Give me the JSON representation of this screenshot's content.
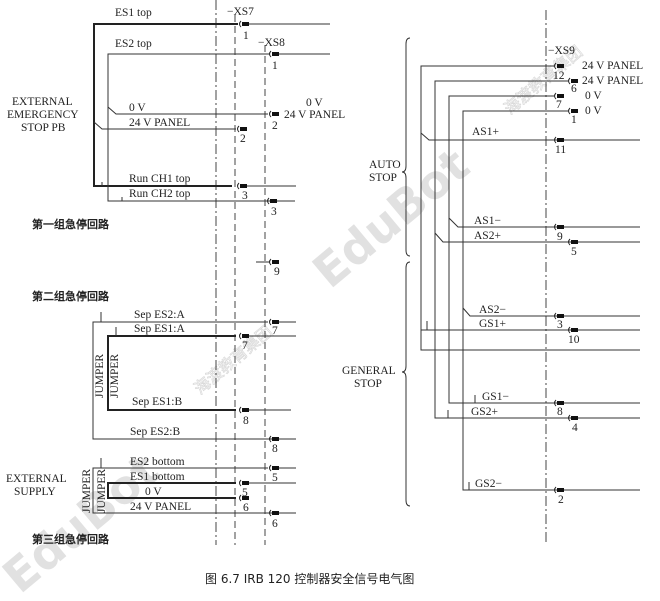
{
  "figure": {
    "caption": "图 6.7    IRB 120 控制器安全信号电气图"
  },
  "left": {
    "connectors": {
      "xs7": "−XS7",
      "xs8": "−XS8"
    },
    "group1": {
      "title": "第一组急停回路",
      "device_label": [
        "EXTERNAL",
        "EMERGENCY",
        "STOP PB"
      ],
      "wires": {
        "es1_top": "ES1 top",
        "es2_top": "ES2 top",
        "zero_v": "0 V",
        "panel_24v": "24 V PANEL",
        "run_ch1_top": "Run CH1 top",
        "run_ch2_top": "Run CH2 top"
      },
      "xs8_side_labels": {
        "zero_v": "0 V",
        "panel_24v": "24 V PANEL"
      },
      "pins": {
        "xs7_es1": "1",
        "xs8_es2": "1",
        "xs8_0v": "2",
        "xs7_24v": "2",
        "xs7_ch1": "3",
        "xs8_ch2": "3",
        "xs8_9": "9"
      }
    },
    "group2": {
      "title": "第二组急停回路",
      "jumper_outer": "JUMPER",
      "jumper_inner": "JUMPER",
      "wires": {
        "sep_es2_a": "Sep ES2:A",
        "sep_es1_a": "Sep ES1:A",
        "sep_es1_b": "Sep ES1:B",
        "sep_es2_b": "Sep ES2:B"
      },
      "pins": {
        "es2a": "7",
        "es1a": "7",
        "es1b": "8",
        "es2b": "8"
      }
    },
    "group3": {
      "title": "第三组急停回路",
      "device_label": [
        "EXTERNAL",
        "SUPPLY"
      ],
      "jumper_outer": "JUMPER",
      "jumper_inner": "JUMPER",
      "wires": {
        "es2_bottom": "ES2 bottom",
        "es1_bottom": "ES1 bottom",
        "zero_v": "0 V",
        "panel_24v": "24 V PANEL"
      },
      "pins": {
        "es2_bottom": "5",
        "es1_bottom": "5",
        "zero_v": "6",
        "panel_24v": "6"
      }
    }
  },
  "right": {
    "connector": "−XS9",
    "supply_labels": [
      "24 V PANEL",
      "24 V PANEL",
      "0 V",
      "0 V"
    ],
    "supply_pins": [
      "12",
      "6",
      "7",
      "1"
    ],
    "auto_stop": {
      "label": [
        "AUTO",
        "STOP"
      ]
    },
    "general_stop": {
      "label": [
        "GENERAL",
        "STOP"
      ]
    },
    "signals": [
      {
        "name": "AS1+",
        "pin": "11"
      },
      {
        "name": "AS1−",
        "pin": "9"
      },
      {
        "name": "AS2+",
        "pin": "5"
      },
      {
        "name": "AS2−",
        "pin": "3"
      },
      {
        "name": "GS1+",
        "pin": "10"
      },
      {
        "name": "GS1−",
        "pin": "8"
      },
      {
        "name": "GS2+",
        "pin": "4"
      },
      {
        "name": "GS2−",
        "pin": "2"
      }
    ]
  },
  "watermark": {
    "brand": "EduBot",
    "cn": "海渡教育集团"
  },
  "colors": {
    "ink": "#222222",
    "watermark": "#d0d0d0",
    "background": "#ffffff"
  }
}
